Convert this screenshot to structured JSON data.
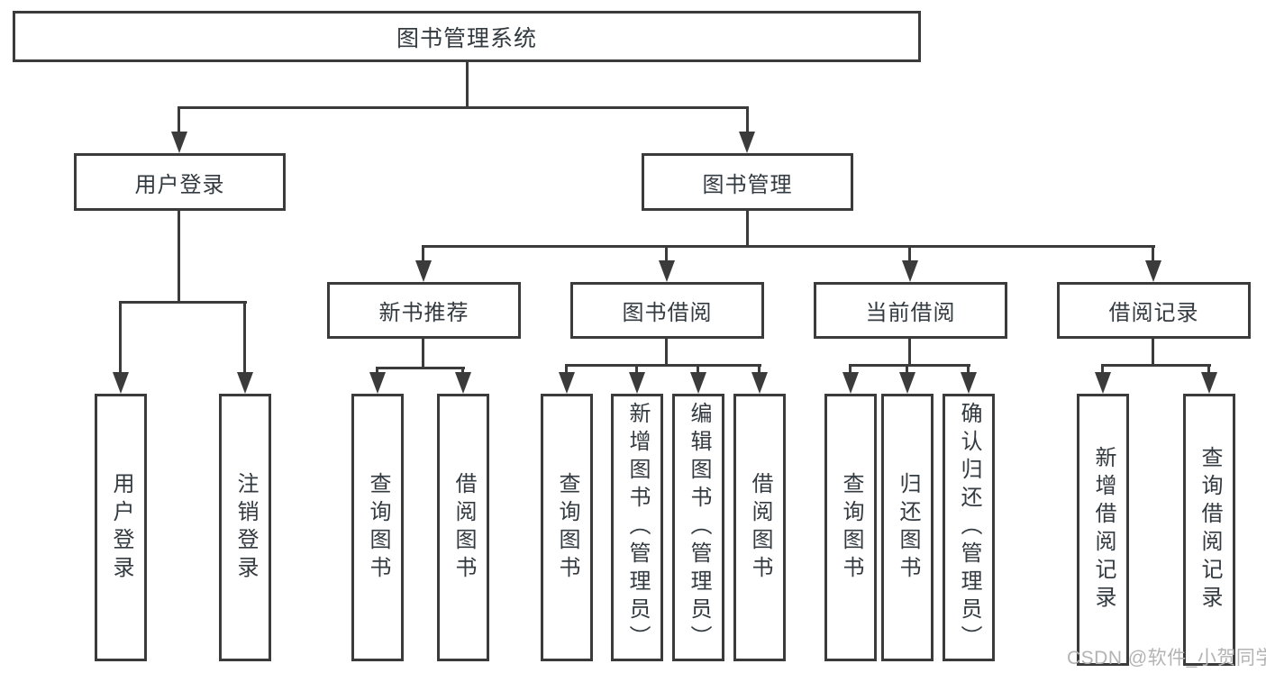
{
  "tree": {
    "root": {
      "label": "图书管理系统"
    },
    "children": [
      {
        "label": "用户登录",
        "children": [
          {
            "label": "用户登录"
          },
          {
            "label": "注销登录"
          }
        ]
      },
      {
        "label": "图书管理",
        "children": [
          {
            "label": "新书推荐",
            "children": [
              {
                "label": "查询图书"
              },
              {
                "label": "借阅图书"
              }
            ]
          },
          {
            "label": "图书借阅",
            "children": [
              {
                "label": "查询图书"
              },
              {
                "label": "新增图书（管理员）"
              },
              {
                "label": "编辑图书（管理员）"
              },
              {
                "label": "借阅图书"
              }
            ]
          },
          {
            "label": "当前借阅",
            "children": [
              {
                "label": "查询图书"
              },
              {
                "label": "归还图书"
              },
              {
                "label": "确认归还（管理员）"
              }
            ]
          },
          {
            "label": "借阅记录",
            "children": [
              {
                "label": "新增借阅记录"
              },
              {
                "label": "查询借阅记录"
              }
            ]
          }
        ]
      }
    ]
  },
  "watermark": {
    "text": "CSDN @软件_小贺同学"
  },
  "colors": {
    "line": "#3b3b3b",
    "text": "#333a40",
    "watermark": "#b3b3b3"
  }
}
